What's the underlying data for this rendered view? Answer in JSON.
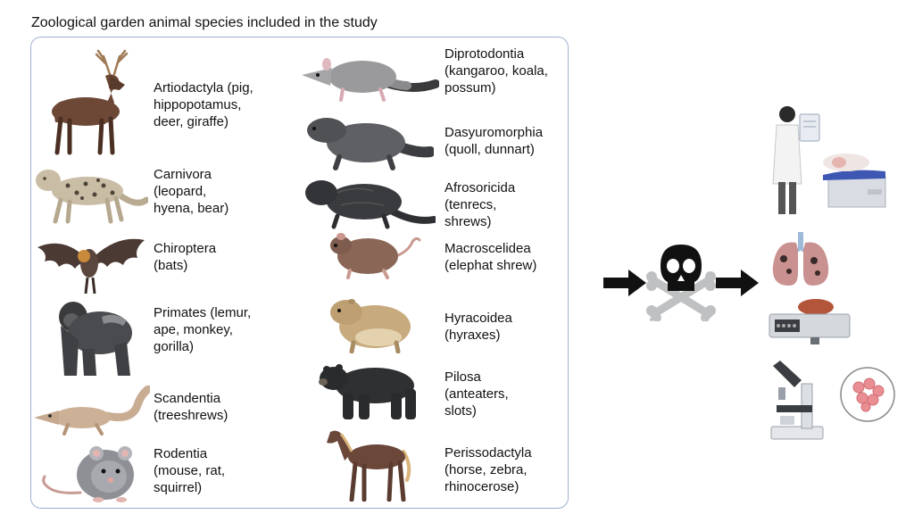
{
  "title": "Zoological garden animal species included in the study",
  "left_column": [
    {
      "label": "Artiodactyla (pig,\nhippopotamus,\ndeer, giraffe)",
      "icon": "deer-icon"
    },
    {
      "label": "Carnivora\n(leopard,\nhyena, bear)",
      "icon": "leopard-icon"
    },
    {
      "label": "Chiroptera\n(bats)",
      "icon": "bat-icon"
    },
    {
      "label": "Primates (lemur,\nape, monkey,\ngorilla)",
      "icon": "gorilla-icon"
    },
    {
      "label": "Scandentia\n(treeshrews)",
      "icon": "treeshrew-icon"
    },
    {
      "label": "Rodentia\n(mouse, rat,\nsquirrel)",
      "icon": "rat-icon"
    }
  ],
  "right_column": [
    {
      "label": "Diprotodontia\n(kangaroo, koala,\npossum)",
      "icon": "possum-icon"
    },
    {
      "label": "Dasyuromorphia\n(quoll, dunnart)",
      "icon": "quoll-icon"
    },
    {
      "label": "Afrosoricida\n(tenrecs,\nshrews)",
      "icon": "tenrec-icon"
    },
    {
      "label": "Macroscelidea\n(elephat shrew)",
      "icon": "elephant-shrew-icon"
    },
    {
      "label": "Hyracoidea\n(hyraxes)",
      "icon": "hyrax-icon"
    },
    {
      "label": "Pilosa\n(anteaters,\nslots)",
      "icon": "bear-icon"
    },
    {
      "label": "Perissodactyla\n(horse, zebra,\nrhinocerose)",
      "icon": "horse-icon"
    }
  ],
  "workflow_icons": [
    "arrow-icon",
    "skull-crossbones-icon",
    "arrow-icon",
    "veterinarian-icon",
    "lungs-icon",
    "scale-icon",
    "microscope-icon"
  ]
}
